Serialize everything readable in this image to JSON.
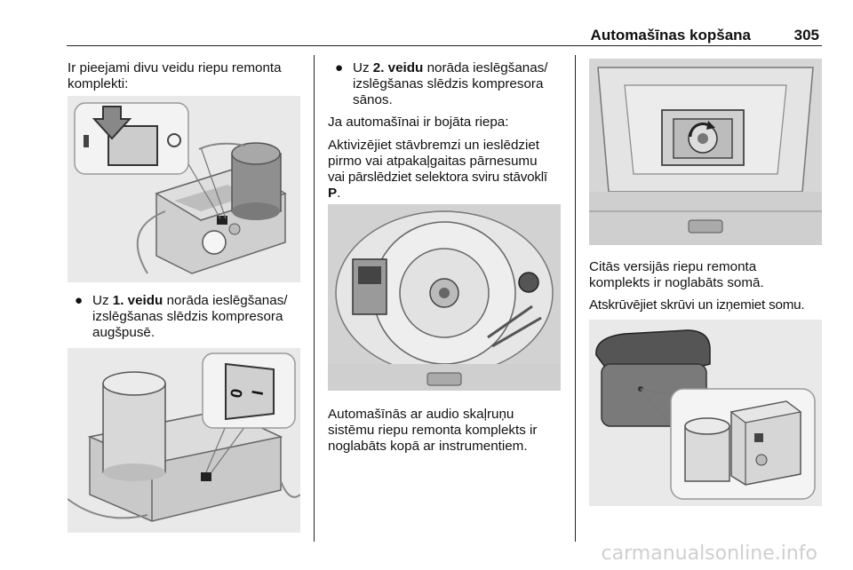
{
  "header": {
    "title": "Automašīnas kopšana",
    "page": "305"
  },
  "col1": {
    "intro_line1": "Ir pieejami divu veidu riepu remonta",
    "intro_line2": "komplekti:",
    "bullet1": {
      "pre": "Uz ",
      "bold": "1. veidu",
      "line1_rest": " norāda ieslēgšanas/",
      "line2": "izslēgšanas slēdzis kompresora",
      "line3": "augšpusē."
    }
  },
  "col2": {
    "bullet2": {
      "pre": "Uz ",
      "bold": "2. veidu",
      "line1_rest": " norāda ieslēgšanas/",
      "line2": "izslēgšanas slēdzis kompresora",
      "line3": "sānos."
    },
    "p1": "Ja automašīnai ir bojāta riepa:",
    "p2_line1": "Aktivizējiet stāvbremzi un ieslēdziet",
    "p2_line2": "pirmo vai atpakaļgaitas pārnesumu",
    "p2_line3": "vai pārslēdziet selektora sviru stāvoklī",
    "p2_bold": "P",
    "p2_end": ".",
    "caption_line1": "Automašīnās ar audio skaļruņu",
    "caption_line2": "sistēmu riepu remonta komplekts ir",
    "caption_line3": "noglabāts kopā ar instrumentiem."
  },
  "col3": {
    "p1_line1": "Citās versijās riepu remonta",
    "p1_line2": "komplekts ir noglabāts somā.",
    "p2": "Atskrūvējiet skrūvi un izņemiet somu."
  },
  "switch_label": "0",
  "switch_label2": "I",
  "watermark": "carmanualsonline.info"
}
